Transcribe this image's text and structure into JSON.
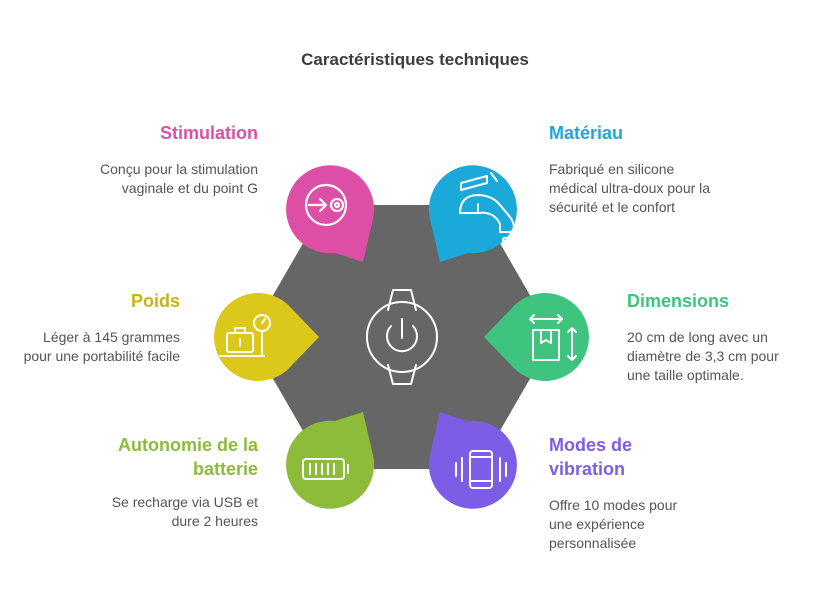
{
  "title": "Caractéristiques techniques",
  "features": [
    {
      "id": "stimulation",
      "title": "Stimulation",
      "description": "Conçu pour la stimulation vaginale et du point G",
      "color": "#dd4fa6",
      "icon": "target-arrow-icon"
    },
    {
      "id": "materiau",
      "title": "Matériau",
      "description": "Fabriqué en silicone médical ultra-doux pour la sécurité et le confort",
      "color": "#1ba9d9",
      "icon": "faucet-icon"
    },
    {
      "id": "poids",
      "title": "Poids",
      "description": "Léger à 145 grammes pour une portabilité facile",
      "color": "#dcc71b",
      "icon": "scale-icon"
    },
    {
      "id": "dimensions",
      "title": "Dimensions",
      "description": "20 cm de long avec un diamètre de 3,3 cm pour une taille optimale.",
      "color": "#3ec47f",
      "icon": "box-dimensions-icon"
    },
    {
      "id": "batterie",
      "title": "Autonomie de la batterie",
      "description": "Se recharge via USB et dure 2 heures",
      "color": "#8dbb3a",
      "icon": "battery-icon"
    },
    {
      "id": "vibration",
      "title": "Modes de vibration",
      "description": "Offre 10 modes pour une expérience personnalisée",
      "color": "#7d5ce6",
      "icon": "phone-vibrate-icon"
    }
  ],
  "center": {
    "color": "#666666",
    "icon": "smartwatch-power-icon"
  }
}
